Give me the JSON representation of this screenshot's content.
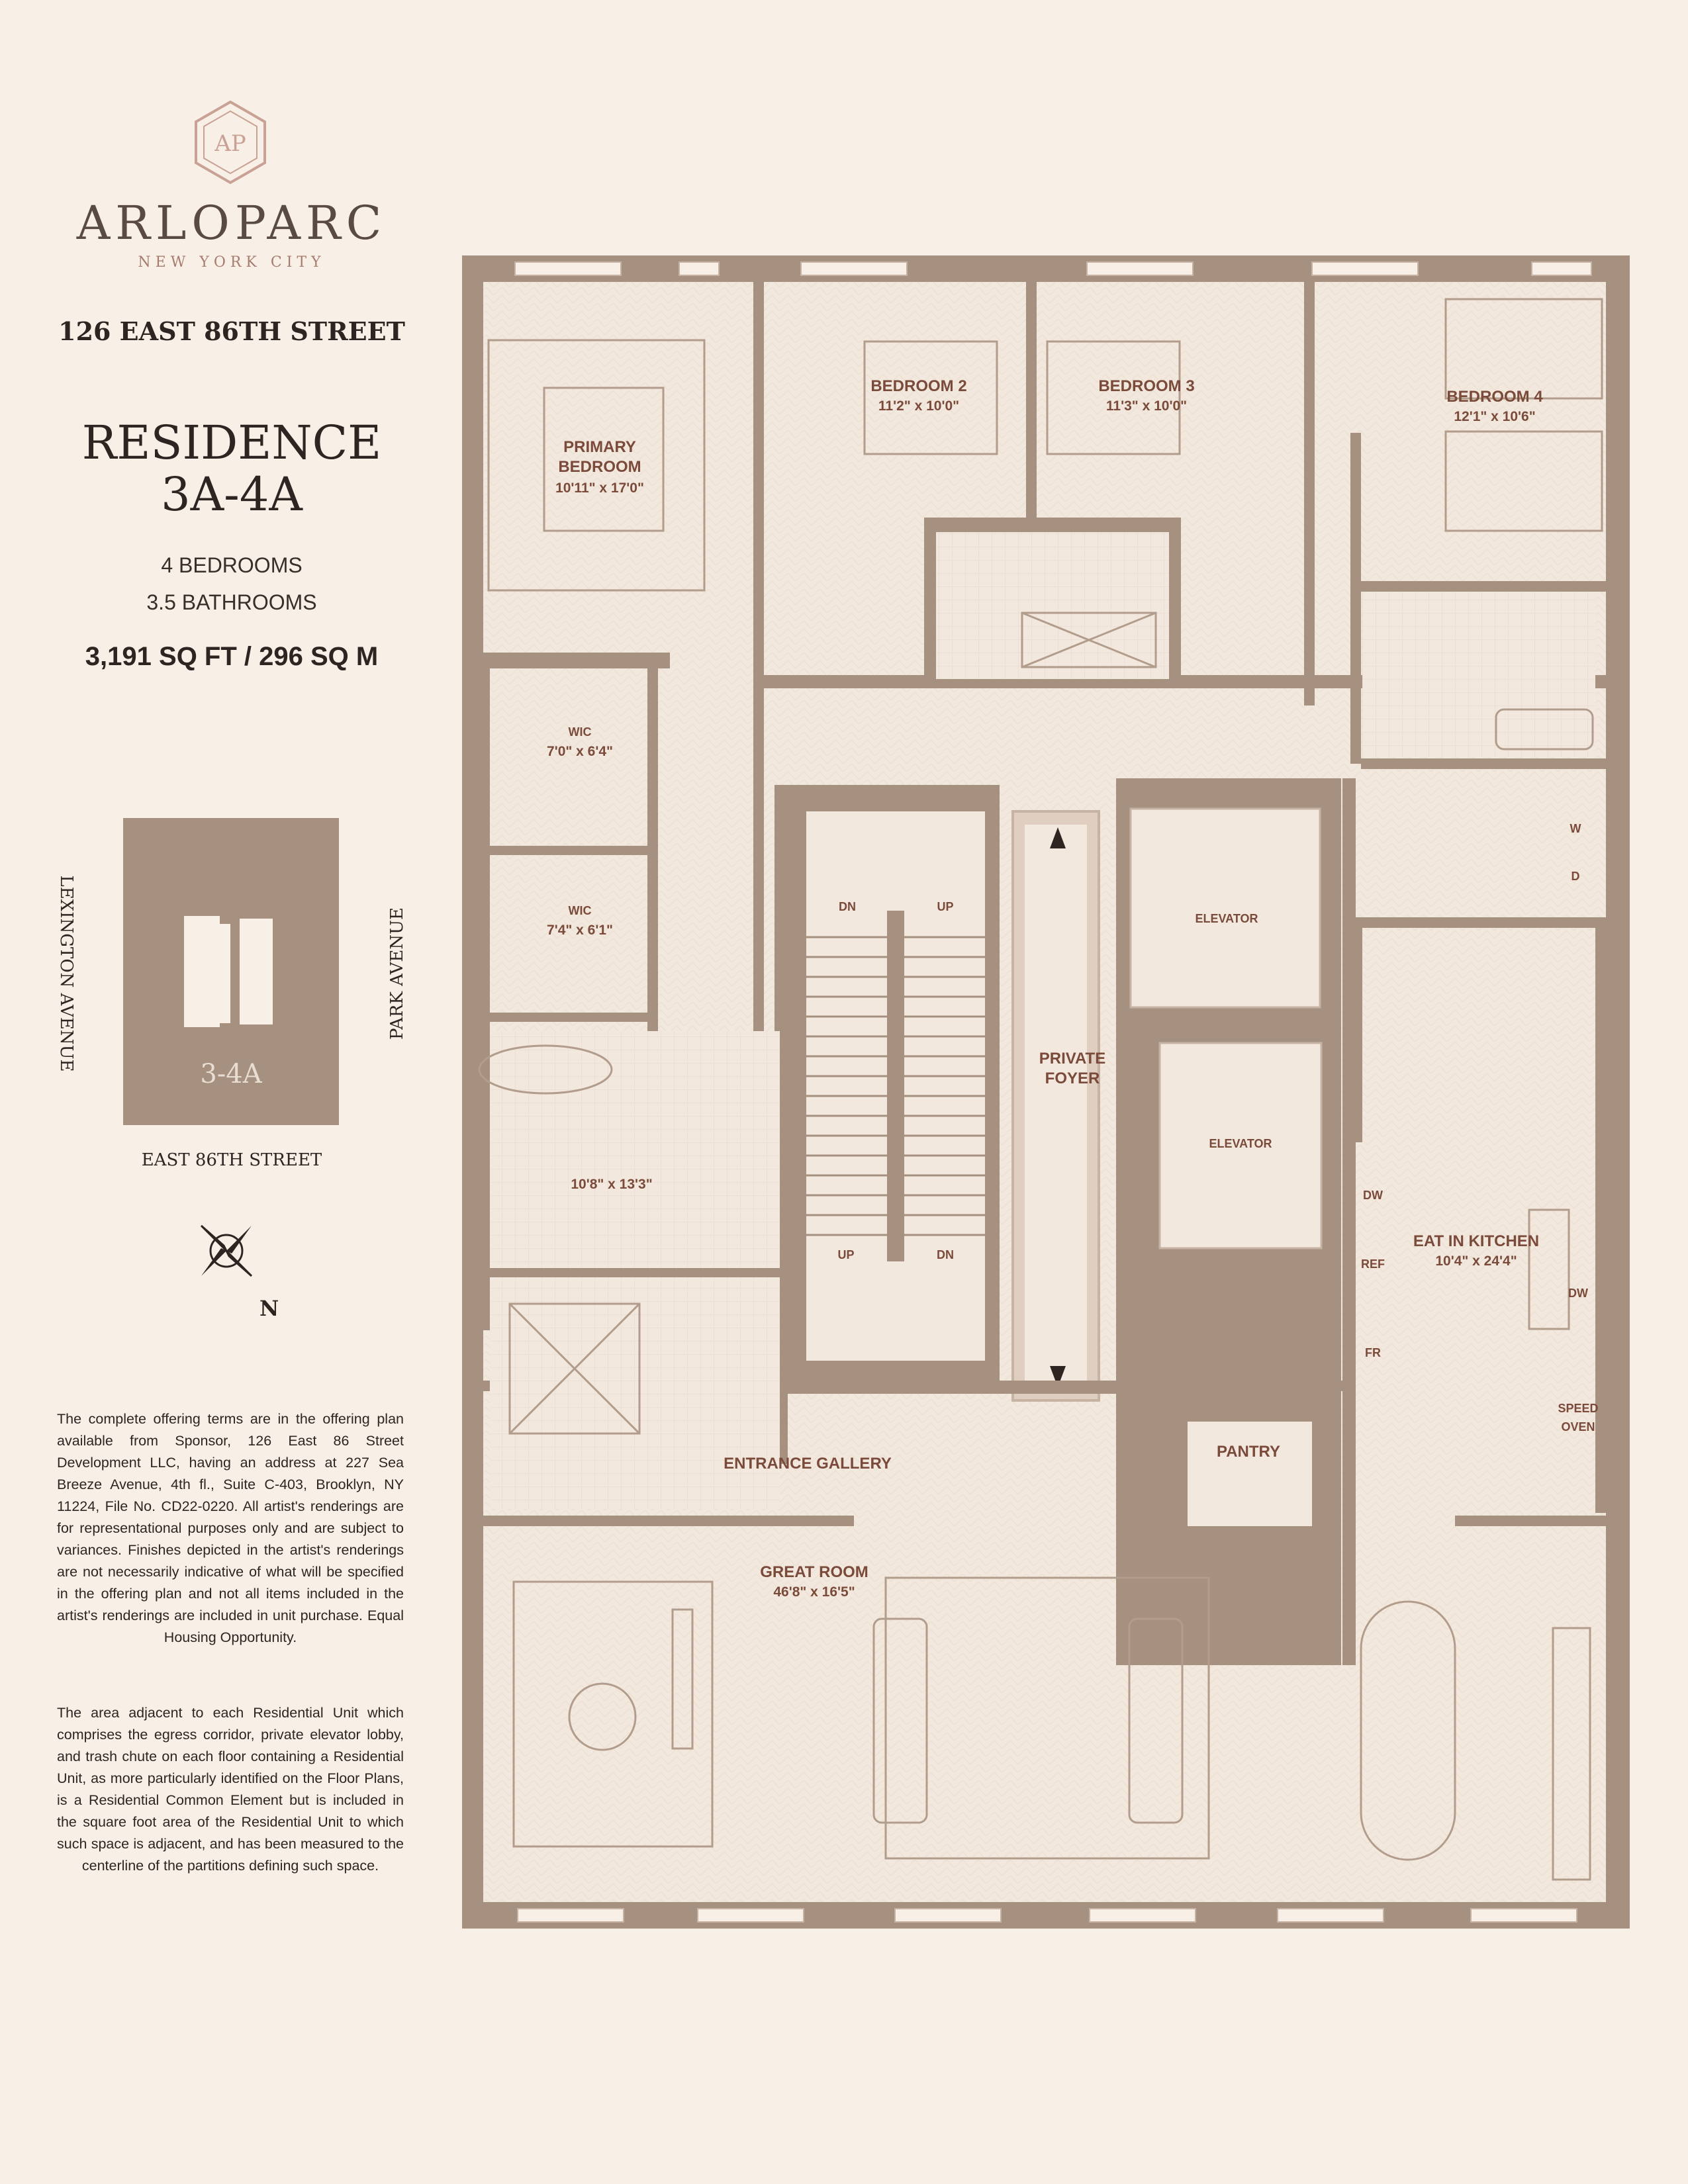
{
  "brand": {
    "name": "ARLOPARC",
    "city": "NEW YORK CITY",
    "monogram": "AP"
  },
  "address": "126 EAST 86TH STREET",
  "residence": {
    "title_line1": "RESIDENCE",
    "title_line2": "3A-4A",
    "bedrooms": "4 BEDROOMS",
    "bathrooms": "3.5 BATHROOMS",
    "area": "3,191 SQ FT / 296 SQ M"
  },
  "key_plan": {
    "unit_label": "3-4A",
    "street_south": "EAST 86TH STREET",
    "street_west": "LEXINGTON AVENUE",
    "street_east": "PARK AVENUE",
    "north_label": "N"
  },
  "disclaimer": {
    "paragraph1": "The complete offering terms are in the offering plan available from Sponsor, 126 East 86 Street Development LLC, having an address at 227 Sea Breeze Avenue, 4th fl., Suite C-403, Brooklyn, NY 11224, File No. CD22-0220. All artist's renderings are for representational purposes only and are subject to variances. Finishes depicted in the artist's renderings are not necessarily indicative of what will be specified in the offering plan and not all items included in the artist's renderings are included in unit purchase. Equal Housing Opportunity.",
    "paragraph2": "The area adjacent to each Residential Unit which comprises the egress corridor, private elevator lobby, and trash chute on each floor containing a Residential Unit, as more particularly identified on the Floor Plans, is a Residential Common Element but is included in the square foot area of the Residential Unit to which such space is adjacent, and has been measured to the centerline of the partitions defining such space."
  },
  "rooms": {
    "primary": {
      "name1": "PRIMARY",
      "name2": "BEDROOM",
      "dim": "10'11\" x 17'0\""
    },
    "bed2": {
      "name": "BEDROOM 2",
      "dim": "11'2\" x 10'0\""
    },
    "bed3": {
      "name": "BEDROOM 3",
      "dim": "11'3\" x 10'0\""
    },
    "bed4": {
      "name": "BEDROOM 4",
      "dim": "12'1\" x 10'6\""
    },
    "wic1": {
      "name": "WIC",
      "dim": "7'0\" x 6'4\""
    },
    "wic2": {
      "name": "WIC",
      "dim": "7'4\" x 6'1\""
    },
    "primary_bath": {
      "dim": "10'8\" x 13'3\""
    },
    "foyer": {
      "name1": "PRIVATE",
      "name2": "FOYER"
    },
    "elevator1": {
      "name": "ELEVATOR"
    },
    "elevator2": {
      "name": "ELEVATOR"
    },
    "kitchen": {
      "name": "EAT IN KITCHEN",
      "dim": "10'4\" x 24'4\""
    },
    "pantry": {
      "name": "PANTRY"
    },
    "gallery": {
      "name": "ENTRANCE GALLERY"
    },
    "great_room": {
      "name": "GREAT ROOM",
      "dim": "46'8\" x 16'5\""
    },
    "stair": {
      "dn1": "DN",
      "up1": "UP",
      "up2": "UP",
      "dn2": "DN"
    },
    "laundry": {
      "w": "W",
      "d": "D"
    },
    "appliances": {
      "dw1": "DW",
      "ref": "REF",
      "fr": "FR",
      "dw2": "DW",
      "speed1": "SPEED",
      "speed2": "OVEN"
    }
  },
  "colors": {
    "background": "#f8efe6",
    "wall": "#a69180",
    "label": "#7a4a3a",
    "floor": "#f3e8de"
  }
}
